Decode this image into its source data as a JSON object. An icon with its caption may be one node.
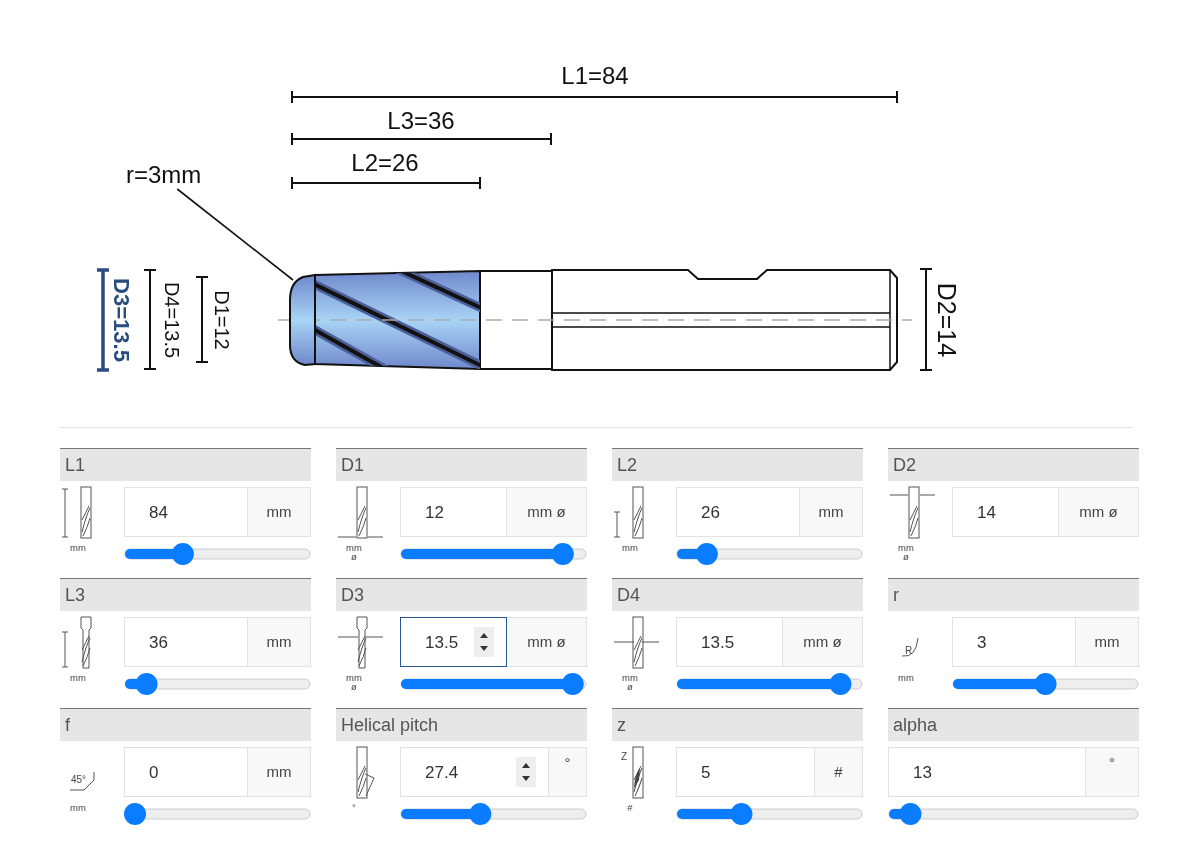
{
  "diagram": {
    "nodes": [
      {
        "text": [
          "r=3mm"
        ]
      },
      {
        "text": [],
        "shape": "picture"
      }
    ],
    "edges": [
      {
        "from": 0,
        "to": 1,
        "arrow": "none"
      }
    ],
    "labels": [
      "L1=84",
      "L3=36",
      "L2=26",
      "D3=13.5",
      "D4=13.5",
      "D1=12",
      "D2=14",
      "L1",
      "84",
      "mm",
      "mm",
      "D1",
      "12",
      "mm ø",
      "mm ø",
      "L2",
      "26",
      "mm",
      "mm",
      "D2",
      "14",
      "mm ø",
      "mm ø",
      "L3",
      "36",
      "mm",
      "mm",
      "D3",
      "13.5",
      "mm ø",
      "mm ø",
      "D4",
      "13.5",
      "mm ø",
      "mm ø",
      "r",
      "3",
      "mm",
      "R",
      "mm",
      "f",
      "0",
      "mm",
      "45°",
      "mm",
      "Helical pitch",
      "27.4",
      "°",
      "°",
      "z",
      "5",
      "#",
      "Z",
      "#",
      "alpha",
      "13",
      "°"
    ]
  }
}
